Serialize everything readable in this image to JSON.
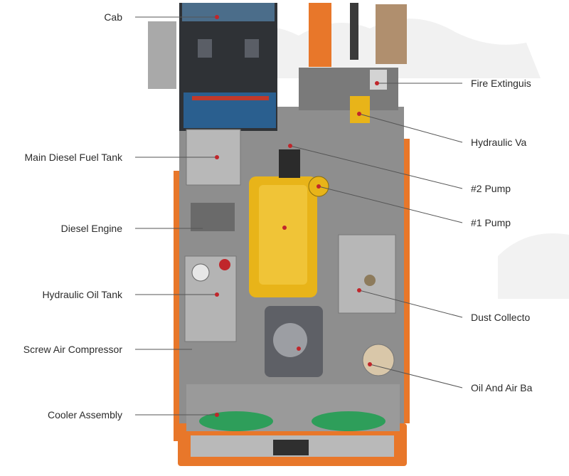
{
  "diagram": {
    "left_labels": [
      "Cab",
      "Main Diesel Fuel Tank",
      "Diesel Engine",
      "Hydraulic Oil Tank",
      "Screw Air Compressor",
      "Cooler Assembly"
    ],
    "right_labels": [
      "Fire Extinguis",
      "Hydraulic Va",
      "#2 Pump",
      "#1 Pump",
      "Dust Collecto",
      "Oil And Air Ba"
    ]
  },
  "colors": {
    "frame_orange": "#e8772a",
    "engine_yellow": "#e8b419",
    "body_gray": "#8e8e8e",
    "dark_panel": "#3a3d42",
    "cab_blue": "#2a5f8f",
    "cooler_green": "#2e9e5a",
    "marker_red": "#c0262b",
    "leader_line": "#555555"
  }
}
